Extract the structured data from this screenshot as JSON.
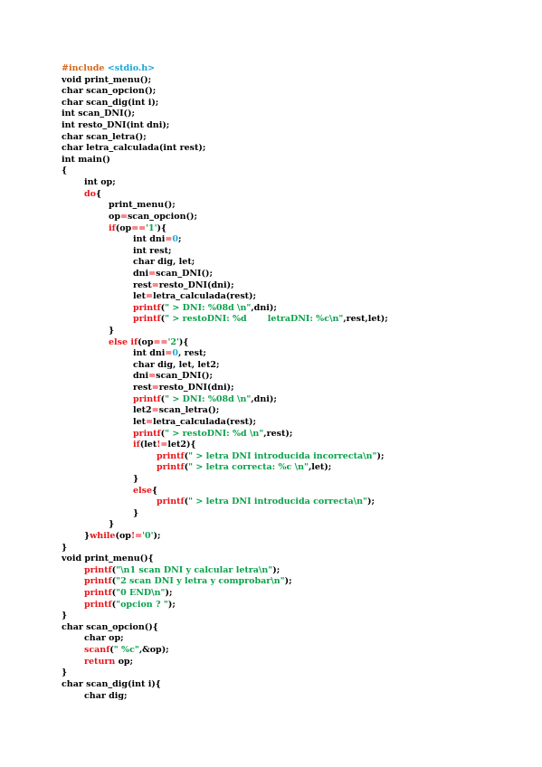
{
  "colors": {
    "keyword": "#e8161b",
    "string": "#0aa14b",
    "number": "#1aa6d9",
    "preprocessor": "#d2691e",
    "plain": "#000000",
    "background": "#ffffff"
  },
  "code_lines": [
    {
      "indent": 0,
      "tokens": [
        {
          "t": "#include ",
          "c": "pre"
        },
        {
          "t": "<stdio.h>",
          "c": "header"
        }
      ]
    },
    {
      "indent": 0,
      "tokens": [
        {
          "t": "void print_menu();",
          "c": "plain"
        }
      ]
    },
    {
      "indent": 0,
      "tokens": [
        {
          "t": "char scan_opcion();",
          "c": "plain"
        }
      ]
    },
    {
      "indent": 0,
      "tokens": [
        {
          "t": "char scan_dig(int i);",
          "c": "plain"
        }
      ]
    },
    {
      "indent": 0,
      "tokens": [
        {
          "t": "int scan_DNI();",
          "c": "plain"
        }
      ]
    },
    {
      "indent": 0,
      "tokens": [
        {
          "t": "int resto_DNI(int dni);",
          "c": "plain"
        }
      ]
    },
    {
      "indent": 0,
      "tokens": [
        {
          "t": "char scan_letra();",
          "c": "plain"
        }
      ]
    },
    {
      "indent": 0,
      "tokens": [
        {
          "t": "char letra_calculada(int rest);",
          "c": "plain"
        }
      ]
    },
    {
      "indent": 0,
      "tokens": [
        {
          "t": "int main()",
          "c": "plain"
        }
      ]
    },
    {
      "indent": 0,
      "tokens": [
        {
          "t": "{",
          "c": "plain"
        }
      ]
    },
    {
      "indent": 1,
      "tokens": [
        {
          "t": "int op;",
          "c": "plain"
        }
      ]
    },
    {
      "indent": 1,
      "tokens": [
        {
          "t": "do",
          "c": "keyword"
        },
        {
          "t": "{",
          "c": "plain"
        }
      ]
    },
    {
      "indent": 2,
      "tokens": [
        {
          "t": "print_menu();",
          "c": "plain"
        }
      ]
    },
    {
      "indent": 2,
      "tokens": [
        {
          "t": "op",
          "c": "plain"
        },
        {
          "t": "=",
          "c": "keyword"
        },
        {
          "t": "scan_opcion();",
          "c": "plain"
        }
      ]
    },
    {
      "indent": 2,
      "tokens": [
        {
          "t": "if",
          "c": "keyword"
        },
        {
          "t": "(op",
          "c": "plain"
        },
        {
          "t": "==",
          "c": "keyword"
        },
        {
          "t": "'1'",
          "c": "string"
        },
        {
          "t": "){",
          "c": "plain"
        }
      ]
    },
    {
      "indent": 3,
      "tokens": [
        {
          "t": "int dni",
          "c": "plain"
        },
        {
          "t": "=",
          "c": "keyword"
        },
        {
          "t": "0",
          "c": "number"
        },
        {
          "t": ";",
          "c": "plain"
        }
      ]
    },
    {
      "indent": 3,
      "tokens": [
        {
          "t": "int rest;",
          "c": "plain"
        }
      ]
    },
    {
      "indent": 3,
      "tokens": [
        {
          "t": "char dig, let;",
          "c": "plain"
        }
      ]
    },
    {
      "indent": 3,
      "tokens": [
        {
          "t": "dni",
          "c": "plain"
        },
        {
          "t": "=",
          "c": "keyword"
        },
        {
          "t": "scan_DNI();",
          "c": "plain"
        }
      ]
    },
    {
      "indent": 3,
      "tokens": [
        {
          "t": "rest",
          "c": "plain"
        },
        {
          "t": "=",
          "c": "keyword"
        },
        {
          "t": "resto_DNI(dni);",
          "c": "plain"
        }
      ]
    },
    {
      "indent": 3,
      "tokens": [
        {
          "t": "let",
          "c": "plain"
        },
        {
          "t": "=",
          "c": "keyword"
        },
        {
          "t": "letra_calculada(rest);",
          "c": "plain"
        }
      ]
    },
    {
      "indent": 3,
      "tokens": [
        {
          "t": "printf",
          "c": "func"
        },
        {
          "t": "(",
          "c": "plain"
        },
        {
          "t": "\" > DNI: %08d \\n\"",
          "c": "string"
        },
        {
          "t": ",dni);",
          "c": "plain"
        }
      ]
    },
    {
      "indent": 3,
      "tokens": [
        {
          "t": "printf",
          "c": "func"
        },
        {
          "t": "(",
          "c": "plain"
        },
        {
          "t": "\" > restoDNI: %d       letraDNI: %c\\n\"",
          "c": "string"
        },
        {
          "t": ",rest,let);",
          "c": "plain"
        }
      ]
    },
    {
      "indent": 2,
      "tokens": [
        {
          "t": "}",
          "c": "plain"
        }
      ]
    },
    {
      "indent": 2,
      "tokens": [
        {
          "t": "else if",
          "c": "keyword"
        },
        {
          "t": "(op",
          "c": "plain"
        },
        {
          "t": "==",
          "c": "keyword"
        },
        {
          "t": "'2'",
          "c": "string"
        },
        {
          "t": "){",
          "c": "plain"
        }
      ]
    },
    {
      "indent": 3,
      "tokens": [
        {
          "t": "int dni",
          "c": "plain"
        },
        {
          "t": "=",
          "c": "keyword"
        },
        {
          "t": "0",
          "c": "number"
        },
        {
          "t": ", rest;",
          "c": "plain"
        }
      ]
    },
    {
      "indent": 3,
      "tokens": [
        {
          "t": "char dig, let, let2;",
          "c": "plain"
        }
      ]
    },
    {
      "indent": 3,
      "tokens": [
        {
          "t": "dni",
          "c": "plain"
        },
        {
          "t": "=",
          "c": "keyword"
        },
        {
          "t": "scan_DNI();",
          "c": "plain"
        }
      ]
    },
    {
      "indent": 3,
      "tokens": [
        {
          "t": "rest",
          "c": "plain"
        },
        {
          "t": "=",
          "c": "keyword"
        },
        {
          "t": "resto_DNI(dni);",
          "c": "plain"
        }
      ]
    },
    {
      "indent": 3,
      "tokens": [
        {
          "t": "printf",
          "c": "func"
        },
        {
          "t": "(",
          "c": "plain"
        },
        {
          "t": "\" > DNI: %08d \\n\"",
          "c": "string"
        },
        {
          "t": ",dni);",
          "c": "plain"
        }
      ]
    },
    {
      "indent": 3,
      "tokens": [
        {
          "t": "let2",
          "c": "plain"
        },
        {
          "t": "=",
          "c": "keyword"
        },
        {
          "t": "scan_letra();",
          "c": "plain"
        }
      ]
    },
    {
      "indent": 3,
      "tokens": [
        {
          "t": "let",
          "c": "plain"
        },
        {
          "t": "=",
          "c": "keyword"
        },
        {
          "t": "letra_calculada(rest);",
          "c": "plain"
        }
      ]
    },
    {
      "indent": 3,
      "tokens": [
        {
          "t": "printf",
          "c": "func"
        },
        {
          "t": "(",
          "c": "plain"
        },
        {
          "t": "\" > restoDNI: %d \\n\"",
          "c": "string"
        },
        {
          "t": ",rest);",
          "c": "plain"
        }
      ]
    },
    {
      "indent": 3,
      "tokens": [
        {
          "t": "if",
          "c": "keyword"
        },
        {
          "t": "(let",
          "c": "plain"
        },
        {
          "t": "!=",
          "c": "keyword"
        },
        {
          "t": "let2){",
          "c": "plain"
        }
      ]
    },
    {
      "indent": 4,
      "tokens": [
        {
          "t": "printf",
          "c": "func"
        },
        {
          "t": "(",
          "c": "plain"
        },
        {
          "t": "\" > letra DNI introducida incorrecta\\n\"",
          "c": "string"
        },
        {
          "t": ");",
          "c": "plain"
        }
      ]
    },
    {
      "indent": 4,
      "tokens": [
        {
          "t": "printf",
          "c": "func"
        },
        {
          "t": "(",
          "c": "plain"
        },
        {
          "t": "\" > letra correcta: %c \\n\"",
          "c": "string"
        },
        {
          "t": ",let);",
          "c": "plain"
        }
      ]
    },
    {
      "indent": 3,
      "tokens": [
        {
          "t": "}",
          "c": "plain"
        }
      ]
    },
    {
      "indent": 3,
      "tokens": [
        {
          "t": "else",
          "c": "keyword"
        },
        {
          "t": "{",
          "c": "plain"
        }
      ]
    },
    {
      "indent": 4,
      "tokens": [
        {
          "t": "printf",
          "c": "func"
        },
        {
          "t": "(",
          "c": "plain"
        },
        {
          "t": "\" > letra DNI introducida correcta\\n\"",
          "c": "string"
        },
        {
          "t": ");",
          "c": "plain"
        }
      ]
    },
    {
      "indent": 3,
      "tokens": [
        {
          "t": "}",
          "c": "plain"
        }
      ]
    },
    {
      "indent": 2,
      "tokens": [
        {
          "t": "}",
          "c": "plain"
        }
      ]
    },
    {
      "indent": 1,
      "tokens": [
        {
          "t": "}",
          "c": "plain"
        },
        {
          "t": "while",
          "c": "keyword"
        },
        {
          "t": "(op",
          "c": "plain"
        },
        {
          "t": "!=",
          "c": "keyword"
        },
        {
          "t": "'0'",
          "c": "string"
        },
        {
          "t": ");",
          "c": "plain"
        }
      ]
    },
    {
      "indent": 0,
      "tokens": [
        {
          "t": "}",
          "c": "plain"
        }
      ]
    },
    {
      "indent": 0,
      "tokens": [
        {
          "t": "void print_menu(){",
          "c": "plain"
        }
      ]
    },
    {
      "indent": 1,
      "tokens": [
        {
          "t": "printf",
          "c": "func"
        },
        {
          "t": "(",
          "c": "plain"
        },
        {
          "t": "\"\\n1 scan DNI y calcular letra\\n\"",
          "c": "string"
        },
        {
          "t": ");",
          "c": "plain"
        }
      ]
    },
    {
      "indent": 1,
      "tokens": [
        {
          "t": "printf",
          "c": "func"
        },
        {
          "t": "(",
          "c": "plain"
        },
        {
          "t": "\"2 scan DNI y letra y comprobar\\n\"",
          "c": "string"
        },
        {
          "t": ");",
          "c": "plain"
        }
      ]
    },
    {
      "indent": 1,
      "tokens": [
        {
          "t": "printf",
          "c": "func"
        },
        {
          "t": "(",
          "c": "plain"
        },
        {
          "t": "\"0 END\\n\"",
          "c": "string"
        },
        {
          "t": ");",
          "c": "plain"
        }
      ]
    },
    {
      "indent": 1,
      "tokens": [
        {
          "t": "printf",
          "c": "func"
        },
        {
          "t": "(",
          "c": "plain"
        },
        {
          "t": "\"opcion ? \"",
          "c": "string"
        },
        {
          "t": ");",
          "c": "plain"
        }
      ]
    },
    {
      "indent": 0,
      "tokens": [
        {
          "t": "}",
          "c": "plain"
        }
      ]
    },
    {
      "indent": 0,
      "tokens": [
        {
          "t": "char scan_opcion(){",
          "c": "plain"
        }
      ]
    },
    {
      "indent": 1,
      "tokens": [
        {
          "t": "char op;",
          "c": "plain"
        }
      ]
    },
    {
      "indent": 1,
      "tokens": [
        {
          "t": "scanf",
          "c": "func"
        },
        {
          "t": "(",
          "c": "plain"
        },
        {
          "t": "\" %c\"",
          "c": "string"
        },
        {
          "t": ",&op);",
          "c": "plain"
        }
      ]
    },
    {
      "indent": 1,
      "tokens": [
        {
          "t": "return",
          "c": "keyword"
        },
        {
          "t": " op;",
          "c": "plain"
        }
      ]
    },
    {
      "indent": 0,
      "tokens": [
        {
          "t": "}",
          "c": "plain"
        }
      ]
    },
    {
      "indent": 0,
      "tokens": [
        {
          "t": "char scan_dig(int i){",
          "c": "plain"
        }
      ]
    },
    {
      "indent": 1,
      "tokens": [
        {
          "t": "char dig;",
          "c": "plain"
        }
      ]
    }
  ]
}
